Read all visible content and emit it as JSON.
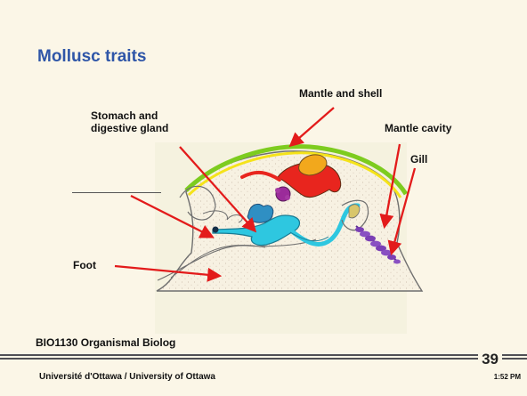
{
  "slide": {
    "title": "Mollusc traits",
    "labels": {
      "mantle_shell": "Mantle and shell",
      "stomach_line1": "Stomach and",
      "stomach_line2": "digestive gland",
      "mantle_cavity": "Mantle cavity",
      "gill": "Gill",
      "foot": "Foot"
    },
    "course": "BIO1130 Organismal Biolog",
    "page_number": "39",
    "footer": "Université d'Ottawa / University of Ottawa",
    "time": "1:52 PM"
  },
  "colors": {
    "background": "#fbf6e7",
    "title": "#2f56a8",
    "arrow": "#e31b1b",
    "shell_green": "#7dcc1f",
    "shell_yellow": "#f5e31a",
    "stomach": "#2ec7e0",
    "heart": "#e8251e",
    "gonad": "#f2a81c",
    "gill": "#7b3fb5"
  }
}
